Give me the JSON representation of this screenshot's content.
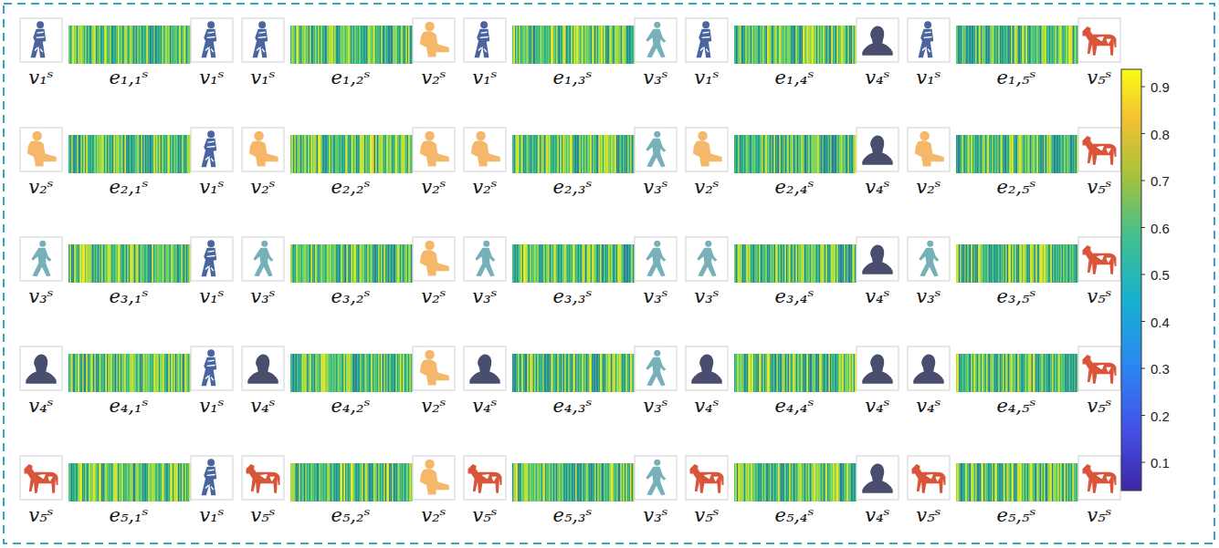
{
  "diagram": {
    "labels": [
      "v₁ˢ",
      "e₁,₁ˢ",
      "v₁ˢ",
      "v₁ˢ",
      "e₁,₂ˢ",
      "v₂ˢ",
      "v₁ˢ",
      "e₁,₃ˢ",
      "v₃ˢ",
      "v₁ˢ",
      "e₁,₄ˢ",
      "v₄ˢ",
      "v₁ˢ",
      "e₁,₅ˢ",
      "v₅ˢ",
      "v₂ˢ",
      "e₂,₁ˢ",
      "v₁ˢ",
      "v₂ˢ",
      "e₂,₂ˢ",
      "v₂ˢ",
      "v₂ˢ",
      "e₂,₃ˢ",
      "v₃ˢ",
      "v₂ˢ",
      "e₂,₄ˢ",
      "v₄ˢ",
      "v₂ˢ",
      "e₂,₅ˢ",
      "v₅ˢ",
      "v₃ˢ",
      "e₃,₁ˢ",
      "v₁ˢ",
      "v₃ˢ",
      "e₃,₂ˢ",
      "v₂ˢ",
      "v₃ˢ",
      "e₃,₃ˢ",
      "v₃ˢ",
      "v₃ˢ",
      "e₃,₄ˢ",
      "v₄ˢ",
      "v₃ˢ",
      "e₃,₅ˢ",
      "v₅ˢ",
      "v₄ˢ",
      "e₄,₁ˢ",
      "v₁ˢ",
      "v₄ˢ",
      "e₄,₂ˢ",
      "v₂ˢ",
      "v₄ˢ",
      "e₄,₃ˢ",
      "v₃ˢ",
      "v₄ˢ",
      "e₄,₄ˢ",
      "v₄ˢ",
      "v₄ˢ",
      "e₄,₅ˢ",
      "v₅ˢ",
      "v₅ˢ",
      "e₅,₁ˢ",
      "v₁ˢ",
      "v₅ˢ",
      "e₅,₂ˢ",
      "v₂ˢ",
      "v₅ˢ",
      "e₅,₃ˢ",
      "v₃ˢ",
      "v₅ˢ",
      "e₅,₄ˢ",
      "v₄ˢ",
      "v₅ˢ",
      "e₅,₅ˢ",
      "v₅ˢ",
      "0.9",
      "0.8",
      "0.7",
      "0.6",
      "0.5",
      "0.4",
      "0.3",
      "0.2",
      "0.1"
    ]
  }
}
